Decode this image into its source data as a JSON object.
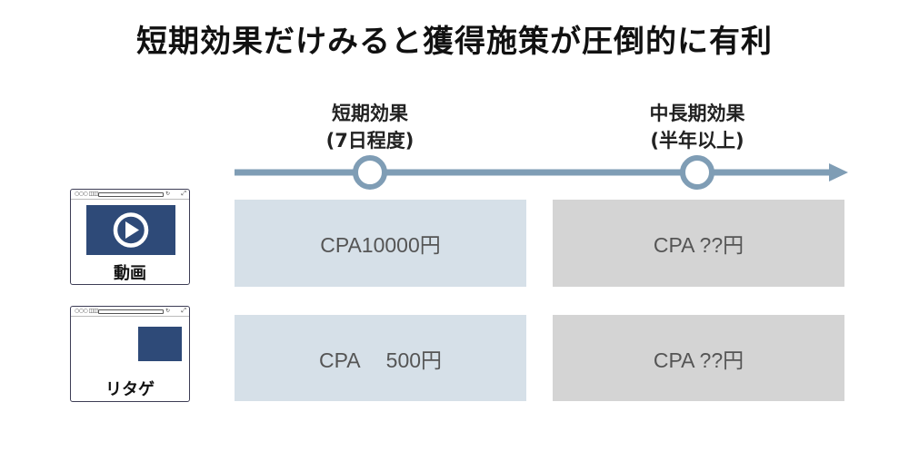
{
  "title": "短期効果だけみると獲得施策が圧倒的に有利",
  "timeline": {
    "color": "#7f9db5",
    "phases": [
      {
        "label_line1": "短期効果",
        "label_line2": "(7日程度)"
      },
      {
        "label_line1": "中長期効果",
        "label_line2": "(半年以上)"
      }
    ]
  },
  "rows": [
    {
      "name": "動画",
      "icon": "video-play-icon",
      "short_term": "CPA10000円",
      "long_term": "CPA ??円"
    },
    {
      "name": "リタゲ",
      "icon": "banner-ad-icon",
      "short_term": "CPA　 500円",
      "long_term": "CPA ??円"
    }
  ],
  "colors": {
    "short_term_bg": "#d6e0e8",
    "long_term_bg": "#d4d4d4",
    "icon_fill": "#2e4a78",
    "card_text": "#555555"
  },
  "browser": {
    "dots": "○○○ ◫◫",
    "refresh": "↻",
    "expand": "⤢"
  }
}
